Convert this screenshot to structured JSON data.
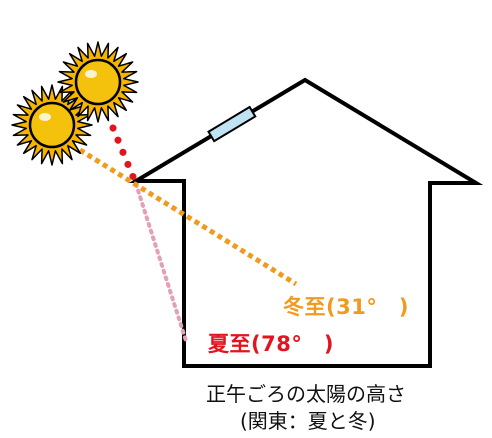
{
  "labels": {
    "winter": "冬至(31°　)",
    "summer": "夏至(78°　)"
  },
  "caption": {
    "main": "正午ごろの太陽の高さ",
    "sub": "(関東：夏と冬)"
  },
  "colors": {
    "winter": "#f29a1e",
    "summer": "#e3141e",
    "sun_fill": "#f4c20d",
    "sun_ray": "#f4b400",
    "skylight": "#bfe3f2",
    "outline": "#000000"
  },
  "icons": {
    "sun": "sun-icon",
    "house": "house-outline-icon",
    "skylight": "skylight-icon"
  }
}
